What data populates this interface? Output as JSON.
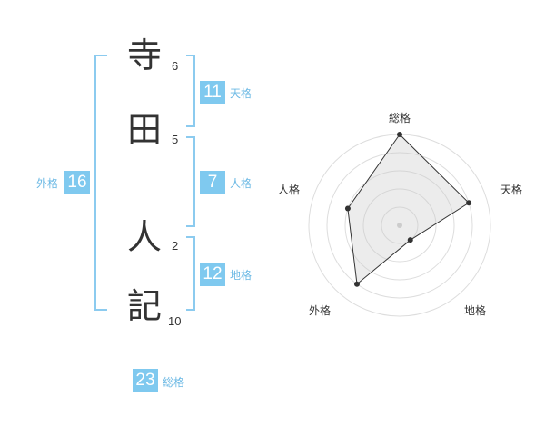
{
  "name": {
    "chars": [
      {
        "char": "寺",
        "strokes": "6"
      },
      {
        "char": "田",
        "strokes": "5"
      },
      {
        "char": "人",
        "strokes": "2"
      },
      {
        "char": "記",
        "strokes": "10"
      }
    ]
  },
  "kaku": {
    "tenkaku": {
      "label": "天格",
      "value": "11"
    },
    "jinkaku": {
      "label": "人格",
      "value": "7"
    },
    "chikaku": {
      "label": "地格",
      "value": "12"
    },
    "gaikaku": {
      "label": "外格",
      "value": "16"
    },
    "soukaku": {
      "label": "総格",
      "value": "23"
    }
  },
  "colors": {
    "accent": "#7fc9ef",
    "accent_text": "#6ab8e4",
    "bracket": "#8ccbef",
    "radar_fill": "#eeeeee",
    "radar_ring": "#dddddd",
    "line": "#333333"
  },
  "chart_data": {
    "type": "radar",
    "axes": [
      "総格",
      "天格",
      "地格",
      "外格",
      "人格"
    ],
    "values": [
      5,
      4,
      1,
      4,
      3
    ],
    "max": 5,
    "rings": 5
  }
}
